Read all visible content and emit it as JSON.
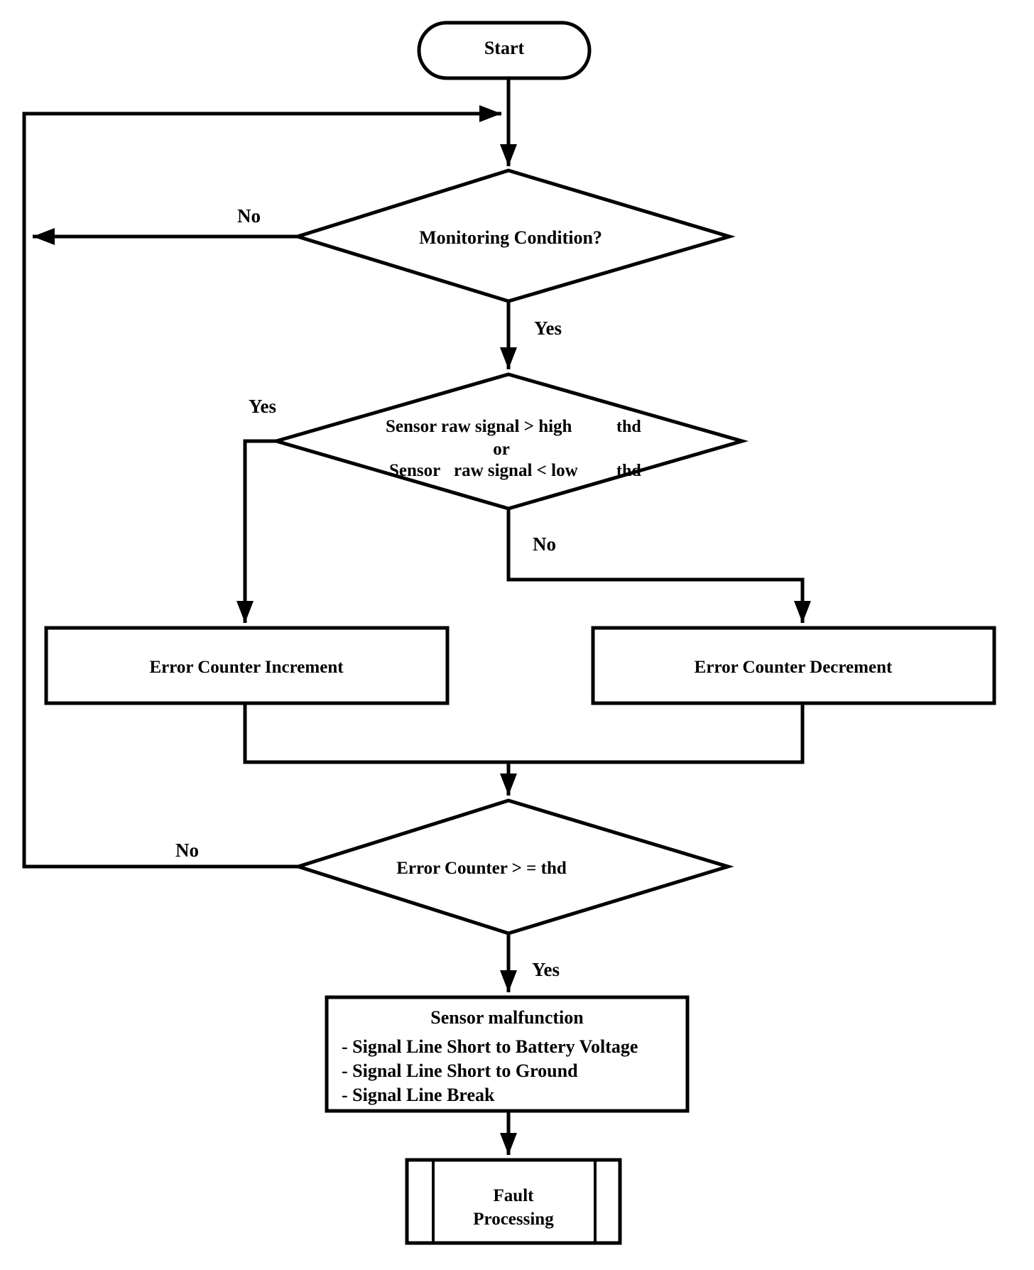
{
  "diagram": {
    "title_hint": "Sensor monitoring fault detection flowchart",
    "colors": {
      "stroke": "#000000",
      "background": "#ffffff"
    },
    "start": {
      "label": "Start"
    },
    "decision_monitoring": {
      "label": "Monitoring Condition?",
      "no_label": "No",
      "yes_label": "Yes"
    },
    "decision_sensor": {
      "line1": "Sensor raw signal > high",
      "line1_threshold": "thd",
      "line2": "or",
      "line3": "Sensor   raw signal < low",
      "line3_threshold": "thd",
      "yes_label": "Yes",
      "no_label": "No"
    },
    "process_increment": {
      "label": "Error Counter Increment"
    },
    "process_decrement": {
      "label": "Error Counter Decrement"
    },
    "decision_counter": {
      "label": "Error Counter > = thd",
      "no_label": "No",
      "yes_label": "Yes"
    },
    "process_malfunction": {
      "title": "Sensor malfunction",
      "items": [
        "- Signal Line Short to Battery Voltage",
        "- Signal Line Short to Ground",
        "- Signal Line Break"
      ]
    },
    "process_fault": {
      "line1": "Fault",
      "line2": "Processing"
    }
  }
}
